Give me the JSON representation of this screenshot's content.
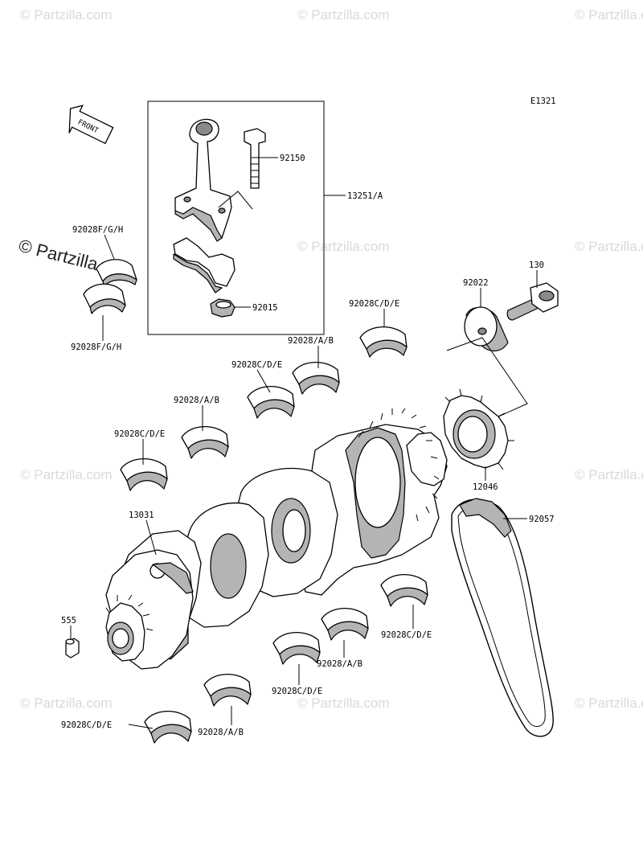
{
  "diagram": {
    "code": "E1321",
    "front_label": "FRONT",
    "watermark": "© Partzilla.com",
    "watermark_main": "© Partzilla.com",
    "parts": {
      "p92150": "92150",
      "p13251": "13251/A",
      "p92015": "92015",
      "p92028fgh_top": "92028F/G/H",
      "p92028fgh_bottom": "92028F/G/H",
      "p130": "130",
      "p92022": "92022",
      "p92028cde_1": "92028C/D/E",
      "p92028ab_1": "92028/A/B",
      "p92028cde_2": "92028C/D/E",
      "p92028ab_2": "92028/A/B",
      "p92028cde_3": "92028C/D/E",
      "p12046": "12046",
      "p13031": "13031",
      "p92057": "92057",
      "p555": "555",
      "p92028cde_4": "92028C/D/E",
      "p92028ab_3": "92028/A/B",
      "p92028cde_5": "92028C/D/E",
      "p92028ab_4": "92028/A/B",
      "p92028cde_6": "92028C/D/E"
    }
  }
}
